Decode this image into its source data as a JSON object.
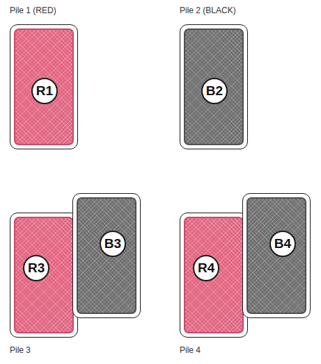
{
  "diagram": {
    "nodes": [
      {
        "text": [
          "R1"
        ]
      },
      {
        "text": [
          "B2"
        ]
      },
      {
        "text": [
          "R3"
        ]
      },
      {
        "text": [
          "B3"
        ]
      },
      {
        "text": [
          "R4"
        ]
      },
      {
        "text": [
          "B4"
        ]
      }
    ],
    "labels": [
      "Pile 1 (RED)",
      "Pile 2 (BLACK)",
      "Pile 3",
      "Pile 4"
    ]
  }
}
